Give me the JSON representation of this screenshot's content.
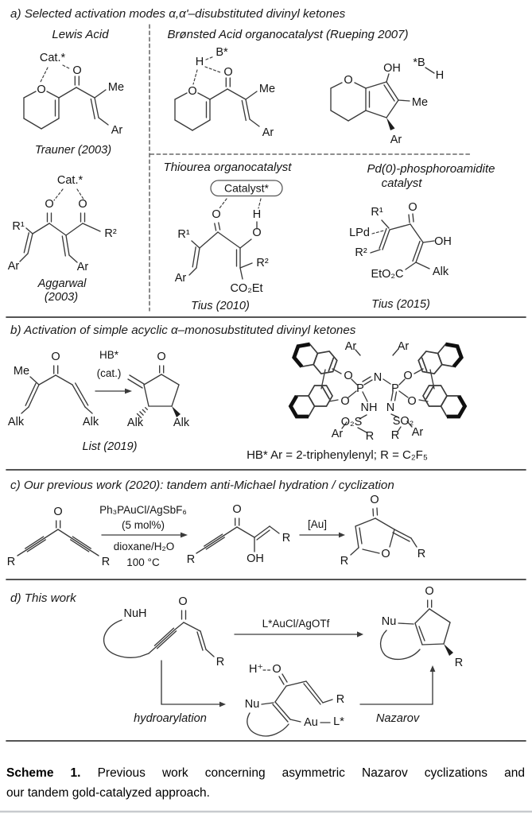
{
  "scheme": {
    "a": {
      "title": "a) Selected activation modes α,α'–disubstituted divinyl ketones",
      "lewis_label": "Lewis Acid",
      "bronsted_label": "Brønsted Acid organocatalyst (Rueping 2007)",
      "thiourea_label": "Thiourea organocatalyst",
      "pd_label_1": "Pd(0)-phosphoroamidite",
      "pd_label_2": "catalyst",
      "trauner": {
        "cat": "Cat.*",
        "o": "O",
        "ring_o": "O",
        "me": "Me",
        "ar": "Ar",
        "ref": "Trauner (2003)"
      },
      "bronsted": {
        "b": "B*",
        "h": "H",
        "o": "O",
        "ring_o": "O",
        "me": "Me",
        "ar": "Ar"
      },
      "rueping": {
        "oh": "OH",
        "b": "*B",
        "h": "H",
        "ring_o": "O",
        "me": "Me",
        "ar": "Ar"
      },
      "aggarwal": {
        "cat": "Cat.*",
        "o1": "O",
        "o2": "O",
        "r1": "R¹",
        "r2": "R²",
        "ar1": "Ar",
        "ar2": "Ar",
        "ref1": "Aggarwal",
        "ref2": "(2003)"
      },
      "tius2010": {
        "box": "Catalyst*",
        "o": "O",
        "h": "H",
        "enol_o": "O",
        "r1": "R¹",
        "r2": "R²",
        "ar": "Ar",
        "ester": "CO₂Et",
        "ref": "Tius (2010)"
      },
      "tius2015": {
        "r1": "R¹",
        "lpd": "LPd",
        "r2": "R²",
        "o": "O",
        "oh": "OH",
        "ester": "EtO₂C",
        "alk": "Alk",
        "ref": "Tius (2015)"
      }
    },
    "b": {
      "title": "b) Activation of simple acyclic α–monosubstituted divinyl ketones",
      "arrow_top": "HB*",
      "arrow_bottom": "(cat.)",
      "reactant": {
        "o": "O",
        "me": "Me",
        "alk_l": "Alk",
        "alk_r": "Alk"
      },
      "product": {
        "o": "O",
        "alk_l": "Alk",
        "alk_r": "Alk"
      },
      "ref": "List (2019)",
      "catalyst": {
        "p_l": "P",
        "p_r": "P",
        "n": "N",
        "o_tl": "O",
        "o_bl": "O",
        "o_tr": "O",
        "o_br": "O",
        "nh": "NH",
        "n2": "N",
        "so2_l": "O₂S",
        "so2_r": "SO₂",
        "r_l": "R",
        "r_r": "R",
        "ar_tl": "Ar",
        "ar_tr": "Ar",
        "ar_bl": "Ar",
        "ar_br": "Ar"
      },
      "footnote": "HB* Ar = 2-triphenylenyl; R = C₂F₅"
    },
    "c": {
      "title": "c) Our previous work (2020): tandem anti-Michael hydration / cyclization",
      "cond1": "Ph₃PAuCl/AgSbF₆",
      "cond2": "(5 mol%)",
      "cond3": "dioxane/H₂O",
      "cond4": "100 °C",
      "au": "[Au]",
      "diynone": {
        "o": "O",
        "r_l": "R",
        "r_r": "R"
      },
      "enol": {
        "o": "O",
        "oh": "OH",
        "r_l": "R",
        "r_r": "R"
      },
      "furanone": {
        "o": "O",
        "ring_o": "O",
        "r_l": "R",
        "r_r": "R"
      }
    },
    "d": {
      "title": "d) This work",
      "arrow_top": "L*AuCl/AgOTf",
      "step1": "hydroarylation",
      "step2": "Nazarov",
      "reactant": {
        "nuh": "NuH",
        "o": "O",
        "r": "R"
      },
      "product": {
        "o": "O",
        "nu": "Nu",
        "r": "R"
      },
      "intermediate": {
        "h": "H⁺",
        "o": "O",
        "nu": "Nu",
        "au": "Au",
        "l": "L*",
        "r": "R"
      }
    }
  },
  "caption": {
    "bold": "Scheme 1.",
    "line1": "Previous work concerning asymmetric Nazarov cyclizations and",
    "line2": "our tandem gold-catalyzed approach."
  }
}
